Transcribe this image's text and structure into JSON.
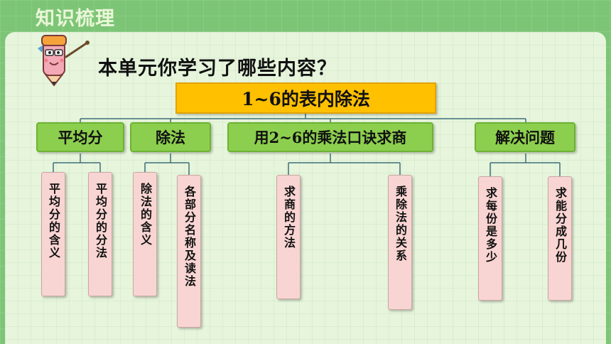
{
  "page": {
    "section_heading": "知识梳理"
  },
  "intro": {
    "question": "本单元你学习了哪些内容？"
  },
  "main_topic": {
    "label": "1~6的表内除法"
  },
  "topics": [
    {
      "label": "平均分",
      "subtopics": [
        "平均分的含义",
        "平均分的分法"
      ]
    },
    {
      "label": "除法",
      "subtopics": [
        "除法的含义",
        "各部分名称及读法"
      ]
    },
    {
      "label": "用2~6的乘法口诀求商",
      "subtopics": [
        "求商的方法",
        "乘除法的关系"
      ]
    },
    {
      "label": "解决问题",
      "subtopics": [
        "求每份是多少",
        "求能分成几份"
      ]
    }
  ],
  "colors": {
    "title_fill": "#ffc000",
    "topic_fill": "#8ccf4e",
    "card_fill": "#f8d4d2",
    "connector": "#3f6f7a"
  },
  "icons": {
    "mascot": "pencil-teacher-icon"
  }
}
